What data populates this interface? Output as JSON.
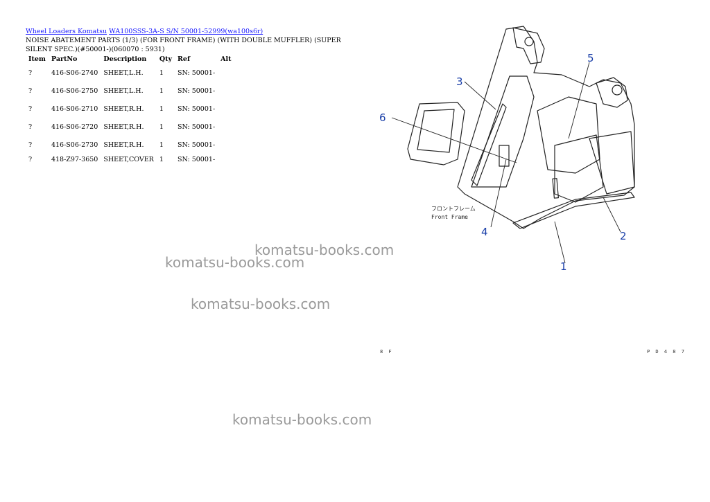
{
  "breadcrumb": {
    "link1": "Wheel Loaders Komatsu",
    "link2": "WA100SSS-3A-S S/N 50001-52999(wa100s6r)"
  },
  "title": "NOISE ABATEMENT PARTS (1/3) (FOR FRONT FRAME) (WITH DOUBLE MUFFLER) (SUPER SILENT SPEC.)(#50001-)(060070 : 5931)",
  "table": {
    "headers": [
      "Item",
      "PartNo",
      "Description",
      "Qty",
      "Ref",
      "Alt"
    ],
    "rows": [
      {
        "item": "?",
        "partno": "416-S06-2740",
        "description": "SHEET,L.H.",
        "qty": "1",
        "ref": "SN: 50001-",
        "alt": ""
      },
      {
        "item": "?",
        "partno": "416-S06-2750",
        "description": "SHEET,L.H.",
        "qty": "1",
        "ref": "SN: 50001-",
        "alt": ""
      },
      {
        "item": "?",
        "partno": "416-S06-2710",
        "description": "SHEET,R.H.",
        "qty": "1",
        "ref": "SN: 50001-",
        "alt": ""
      },
      {
        "item": "?",
        "partno": "416-S06-2720",
        "description": "SHEET,R.H.",
        "qty": "1",
        "ref": "SN: 50001-",
        "alt": ""
      },
      {
        "item": "?",
        "partno": "416-S06-2730",
        "description": "SHEET,R.H.",
        "qty": "1",
        "ref": "SN: 50001-",
        "alt": ""
      },
      {
        "item": "?",
        "partno": "418-Z97-3650",
        "description": "SHEET,COVER",
        "qty": "1",
        "ref": "SN: 50001-",
        "alt": ""
      }
    ]
  },
  "watermarks": [
    "komatsu-books.com",
    "komatsu-books.com",
    "komatsu-books.com",
    "komatsu-books.com"
  ],
  "diagram": {
    "callouts": [
      "1",
      "2",
      "3",
      "4",
      "5",
      "6"
    ],
    "caption_jp": "フロントフレーム",
    "caption_en": "Front Frame",
    "corner_bottom_left": "8 F",
    "corner_bottom_right": "P D 4 8 7"
  }
}
